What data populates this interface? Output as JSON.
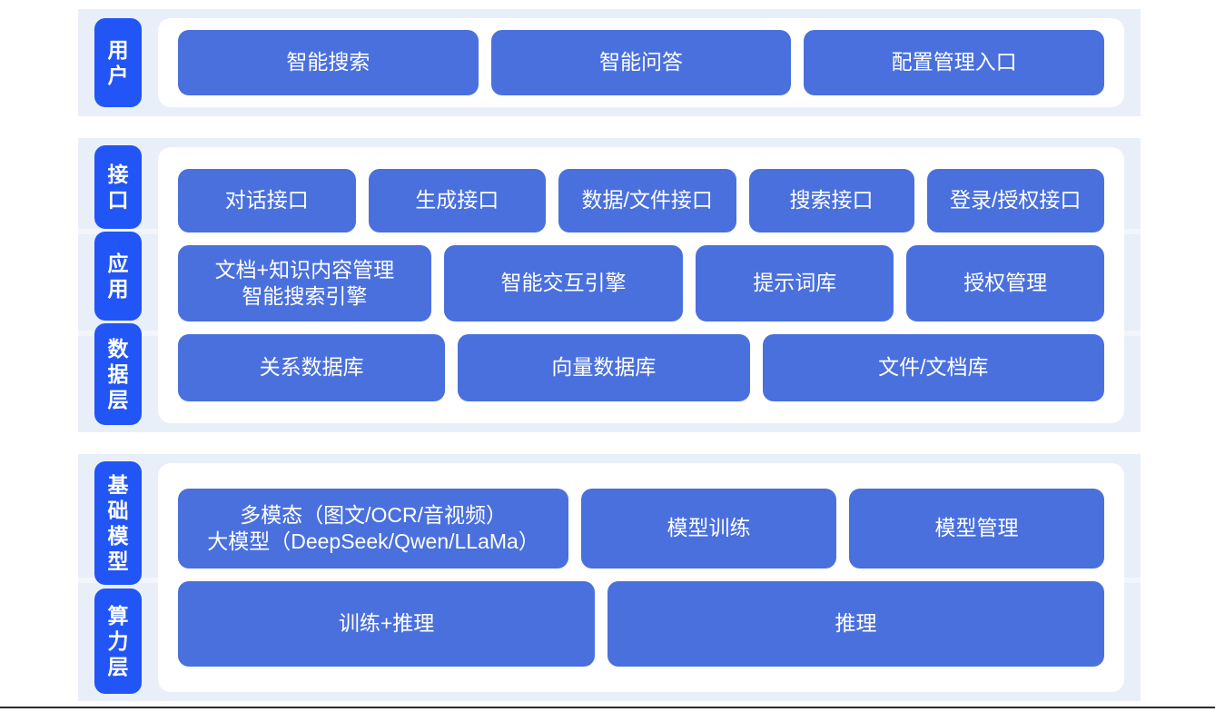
{
  "colors": {
    "band_background": "#e9eff8",
    "label_blue": "#2255f5",
    "box_blue": "#4a70dd",
    "card_white": "#ffffff",
    "text_white": "#ffffff",
    "page_background": "#ffffff"
  },
  "sections": [
    {
      "id": "user",
      "labels": [
        {
          "id": "user",
          "text": "用户",
          "chars": [
            "用",
            "户"
          ]
        }
      ],
      "rows": [
        {
          "id": "user-entries",
          "boxes": [
            {
              "id": "smart-search",
              "text": "智能搜索"
            },
            {
              "id": "smart-qa",
              "text": "智能问答"
            },
            {
              "id": "config-management-entry",
              "text": "配置管理入口"
            }
          ]
        }
      ]
    },
    {
      "id": "middle",
      "labels": [
        {
          "id": "interface",
          "text": "接口",
          "chars": [
            "接",
            "口"
          ]
        },
        {
          "id": "application",
          "text": "应用",
          "chars": [
            "应",
            "用"
          ]
        },
        {
          "id": "data-layer",
          "text": "数据层",
          "chars": [
            "数",
            "据",
            "层"
          ]
        }
      ],
      "rows": [
        {
          "id": "interface-row",
          "boxes": [
            {
              "id": "dialog-api",
              "text": "对话接口"
            },
            {
              "id": "generation-api",
              "text": "生成接口"
            },
            {
              "id": "data-file-api",
              "text": "数据/文件接口"
            },
            {
              "id": "search-api",
              "text": "搜索接口"
            },
            {
              "id": "login-auth-api",
              "text": "登录/授权接口"
            }
          ]
        },
        {
          "id": "application-row",
          "boxes": [
            {
              "id": "doc-knowledge-management",
              "text": "文档+知识内容管理\n智能搜索引擎"
            },
            {
              "id": "smart-interaction-engine",
              "text": "智能交互引擎"
            },
            {
              "id": "prompt-library",
              "text": "提示词库"
            },
            {
              "id": "authorization-management",
              "text": "授权管理"
            }
          ]
        },
        {
          "id": "data-row",
          "boxes": [
            {
              "id": "relational-database",
              "text": "关系数据库"
            },
            {
              "id": "vector-database",
              "text": "向量数据库"
            },
            {
              "id": "file-document-store",
              "text": "文件/文档库"
            }
          ]
        }
      ]
    },
    {
      "id": "base",
      "labels": [
        {
          "id": "base-model",
          "text": "基础模型",
          "chars": [
            "基",
            "础",
            "模",
            "型"
          ]
        },
        {
          "id": "compute-layer",
          "text": "算力层",
          "chars": [
            "算",
            "力",
            "层"
          ]
        }
      ],
      "rows": [
        {
          "id": "model-row",
          "boxes": [
            {
              "id": "multimodal-large-model",
              "text": "多模态（图文/OCR/音视频）\n大模型（DeepSeek/Qwen/LLaMa）"
            },
            {
              "id": "model-training",
              "text": "模型训练"
            },
            {
              "id": "model-management",
              "text": "模型管理"
            }
          ]
        },
        {
          "id": "power-row",
          "boxes": [
            {
              "id": "train-and-inference",
              "text": "训练+推理"
            },
            {
              "id": "inference",
              "text": "推理"
            }
          ]
        }
      ]
    }
  ]
}
